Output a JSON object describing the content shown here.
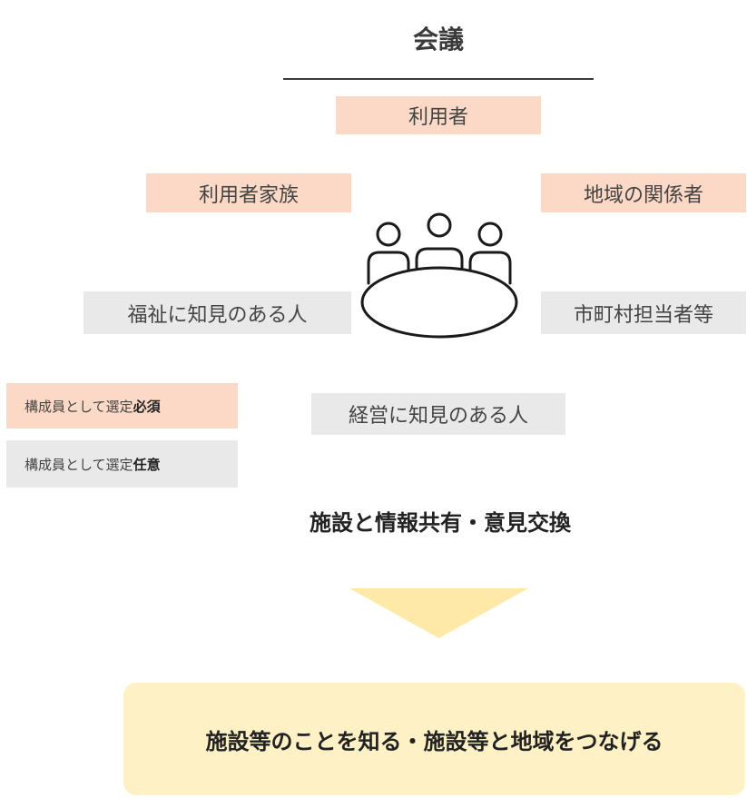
{
  "title": "会議",
  "members": {
    "user": "利用者",
    "family": "利用者家族",
    "community": "地域の関係者",
    "welfare": "福祉に知見のある人",
    "municipal": "市町村担当者等",
    "management": "経営に知見のある人"
  },
  "legend": {
    "required_prefix": "構成員として選定",
    "required_bold": "必須",
    "optional_prefix": "構成員として選定",
    "optional_bold": "任意"
  },
  "caption": "施設と情報共有・意見交換",
  "result": "施設等のことを知る・施設等と地域をつなげる",
  "colors": {
    "required_fill": "#fcd9c6",
    "optional_fill": "#e9e9e9",
    "arrow_fill": "#ffe9a8",
    "result_fill": "#fff1c6"
  },
  "icons": {
    "center": "meeting-table-icon",
    "arrow": "down-arrow-icon"
  }
}
